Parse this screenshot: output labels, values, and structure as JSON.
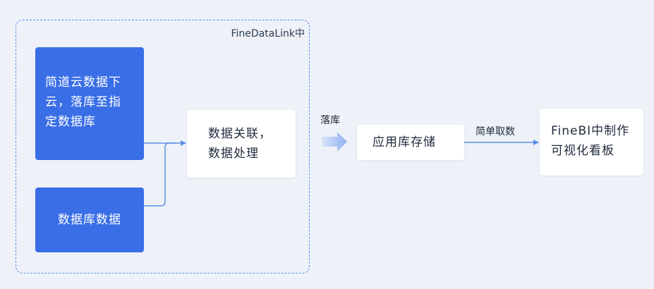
{
  "frame": {
    "label": "FineDataLink中"
  },
  "nodes": {
    "cloud_sync": {
      "lines": [
        "简道云数据下",
        "云，落库至指",
        "定数据库"
      ]
    },
    "database": {
      "label": "数据库数据"
    },
    "associate": {
      "lines": [
        "数据关联，",
        "数据处理"
      ]
    },
    "storage": {
      "label": "应用库存储"
    },
    "finebi": {
      "lines": [
        "FineBI中制作",
        "可视化看板"
      ]
    }
  },
  "edges": {
    "land_label": "落库",
    "fetch_label": "简单取数"
  },
  "colors": {
    "background": "#eef2f8",
    "accent_blue": "#3a6ee6",
    "line_blue": "#5b8ee6"
  }
}
